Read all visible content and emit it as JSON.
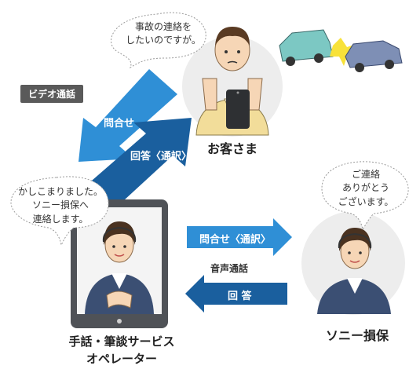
{
  "customer": {
    "speech": "事故の連絡を\nしたいのですが。",
    "name": "お客さま"
  },
  "video_call_tag": "ビデオ通話",
  "arrows": {
    "inquiry_up": "問合せ",
    "answer_interp": "回答〈通訳〉",
    "inquiry_interp": "問合せ〈通訳〉",
    "voice_call": "音声通話",
    "answer": "回 答"
  },
  "operator": {
    "speech": "かしこまりました。\nソニー損保へ\n連絡します。",
    "name_line1": "手話・筆談サービス",
    "name_line2": "オペレーター"
  },
  "sony": {
    "speech": "ご連絡\nありがとう\nございます。",
    "name": "ソニー損保"
  },
  "colors": {
    "arrow_blue": "#2f8fd6",
    "arrow_dark": "#1a5f9e",
    "circle_gray": "#ededed",
    "tablet": "#4f5257"
  }
}
